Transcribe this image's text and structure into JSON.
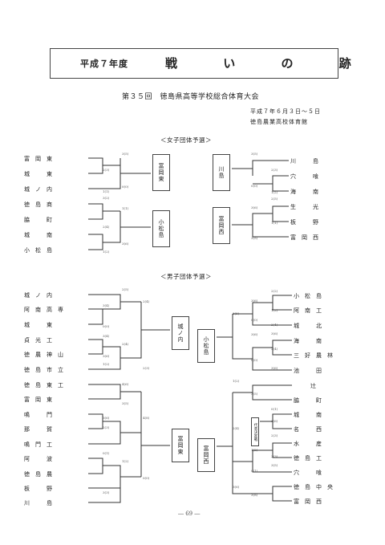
{
  "header": {
    "year_title": "平成７年度",
    "main_title": "戦 い の 跡",
    "subtitle": "第３５回　徳島県高等学校総合体育大会",
    "date": "平成７年６月３日～５日",
    "venue": "徳島農業高校体育館"
  },
  "womens": {
    "heading": "＜女子団体予選＞",
    "left_teams": [
      "富　岡　東",
      "城　　　東",
      "城　ノ　内",
      "徳　島　商",
      "脇　　　町",
      "城　　　南",
      "小　松　島"
    ],
    "right_teams": [
      "川　　　島",
      "穴　　　喰",
      "海　　　南",
      "生　　　光",
      "板　　　野",
      "富　岡　西"
    ],
    "left_winners": [
      "富岡東",
      "小松島"
    ],
    "right_winners": [
      "川島",
      "富岡西"
    ],
    "left_scores": [
      "3(5)",
      "2(3)",
      "0(0)",
      "1(1)",
      "3(2)",
      "1(1)",
      "2(4)",
      "3(6)",
      "1(2)"
    ],
    "right_scores": [
      "3(5)",
      "2(3)",
      "1(2)",
      "0(0)",
      "2(5)",
      "3(6)",
      "1(1)",
      "3(5)"
    ]
  },
  "mens": {
    "heading": "＜男子団体予選＞",
    "left_teams": [
      "城　ノ　内",
      "阿　南　高　専",
      "城　　　東",
      "貞　光　工",
      "徳　農　神　山",
      "徳　島　市　立",
      "徳　島　東　工",
      "富　岡　東",
      "鳴　　　門",
      "那　　　賀",
      "鳴　門　工",
      "阿　　　波",
      "徳　島　農",
      "板　　　野",
      "川　　　島"
    ],
    "right_teams": [
      "小　松　島",
      "阿　南　工",
      "城　　　北",
      "海　　　南",
      "三　好　農　林",
      "池　　　田",
      "　　　辻",
      "脇　　　町",
      "城　　　南",
      "名　　　西",
      "水　　　産",
      "徳　島　工",
      "穴　　　喰",
      "徳　島　中　央",
      "富　岡　西"
    ],
    "left_winners": [
      "城ノ内",
      "富岡東"
    ],
    "right_winners": [
      "小松島",
      "富岡西"
    ],
    "right_special": "代表決定戦",
    "left_scores": [
      "2(5)",
      "3(4)",
      "2(4)",
      "0(0)",
      "3(4)",
      "2(4)",
      "3(6)",
      "1(2)",
      "2(3)",
      "4(6)",
      "3(5)",
      "3(6)",
      "4(8)",
      "2(3)",
      "0(1)",
      "1(2)",
      "0(0)",
      "3(3)"
    ],
    "right_scores": [
      "2(2)",
      "3(6)",
      "1(2)",
      "3(5)",
      "2(4)",
      "0(0)",
      "3(6)",
      "3(6)",
      "2(4)",
      "0(0)",
      "3(6)",
      "1(2)",
      "3(5)",
      "0(1)",
      "2(4)",
      "3(6)",
      "2(3)",
      "1(2)",
      "2(3)",
      "3(5)",
      "0(1)",
      "3(6)",
      "3(8)"
    ]
  },
  "page_number": "― 69 ―"
}
